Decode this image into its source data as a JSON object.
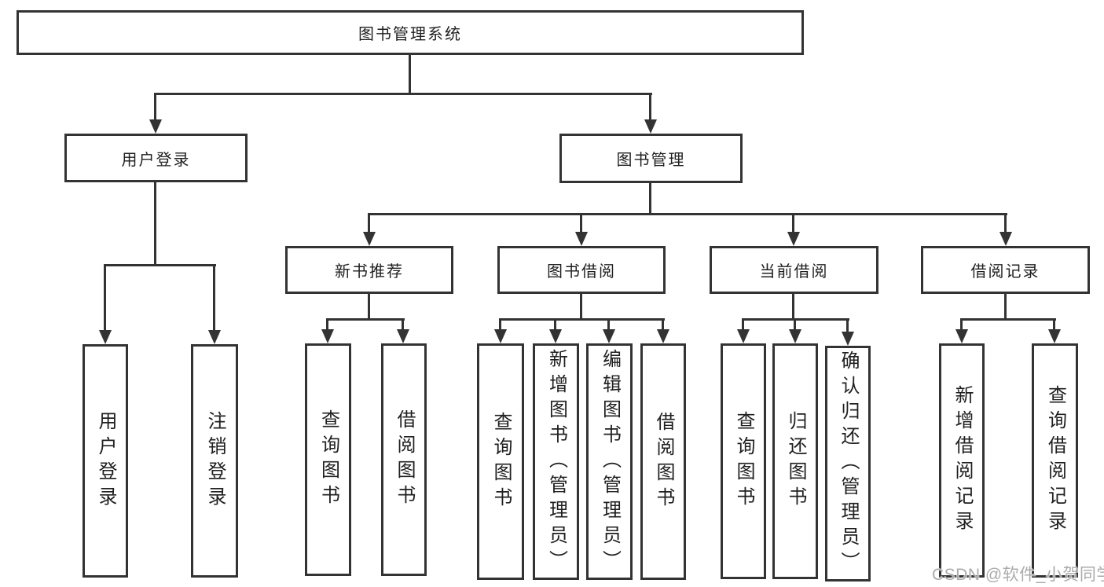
{
  "colors": {
    "line": "#333333",
    "text": "#1f1f1f",
    "box_background": "#ffffff",
    "watermark": "#ababab",
    "background": "#ffffff"
  },
  "root": {
    "label": "图书管理系统"
  },
  "branches": [
    {
      "label": "用户登录"
    },
    {
      "label": "图书管理"
    }
  ],
  "modules": [
    {
      "label": "新书推荐"
    },
    {
      "label": "图书借阅"
    },
    {
      "label": "当前借阅"
    },
    {
      "label": "借阅记录"
    }
  ],
  "leaves": {
    "user_login": [
      "用户登录",
      "注销登录"
    ],
    "new_book": [
      "查询图书",
      "借阅图书"
    ],
    "book_borrow": [
      "查询图书",
      "新增图书（管理员）",
      "编辑图书（管理员）",
      "借阅图书"
    ],
    "current_borrow": [
      "查询图书",
      "归还图书",
      "确认归还（管理员）"
    ],
    "borrow_records": [
      "新增借阅记录",
      "查询借阅记录"
    ]
  },
  "watermark": "CSDN @软件_小贺同学"
}
